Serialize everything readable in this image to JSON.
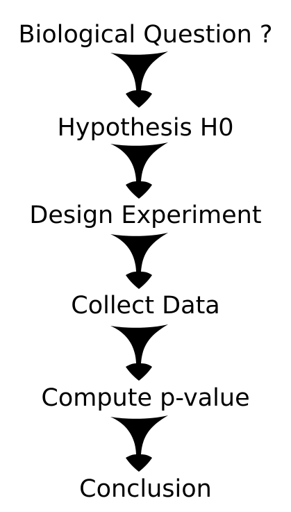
{
  "flowchart": {
    "steps": [
      "Biological Question ?",
      "Hypothesis H0",
      "Design Experiment",
      "Collect Data",
      "Compute p-value",
      "Conclusion"
    ],
    "arrow_color": "#000000"
  }
}
